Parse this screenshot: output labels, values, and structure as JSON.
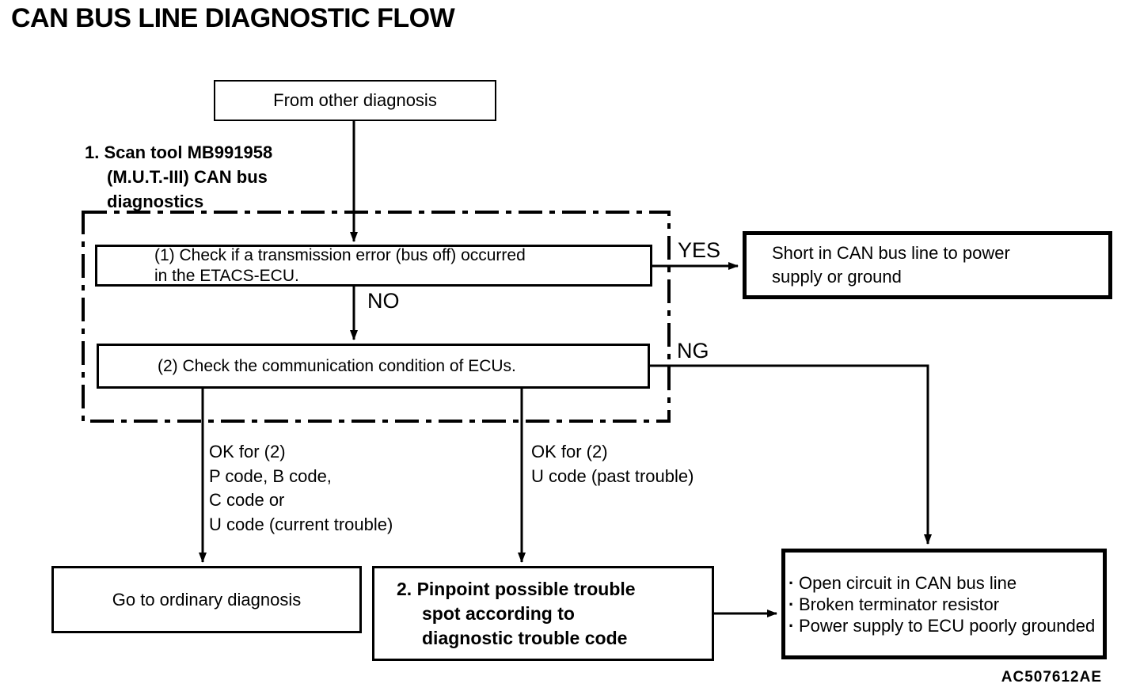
{
  "title": "CAN BUS LINE DIAGNOSTIC FLOW",
  "figure_code": "AC507612AE",
  "colors": {
    "ink": "#000000",
    "paper": "#ffffff"
  },
  "annotations": {
    "scan_tool": {
      "lines": [
        "1. Scan tool MB991958",
        "(M.U.T.-III) CAN bus",
        "diagnostics"
      ]
    },
    "ok_current": {
      "lines": [
        "OK for (2)",
        "P code, B code,",
        "C code or",
        "U code (current trouble)"
      ]
    },
    "ok_past": {
      "lines": [
        "OK for (2)",
        "U code (past trouble)"
      ]
    }
  },
  "edge_labels": {
    "yes": "YES",
    "no": "NO",
    "ng": "NG"
  },
  "nodes": {
    "start": {
      "label": "From other diagnosis"
    },
    "step1": {
      "lines": [
        "(1) Check if a transmission error (bus off) occurred",
        "in the ETACS-ECU."
      ]
    },
    "step2": {
      "label": "(2) Check the communication condition of ECUs."
    },
    "short_result": {
      "lines": [
        "Short in CAN bus line to power",
        "supply or ground"
      ]
    },
    "ordinary": {
      "label": "Go to ordinary diagnosis"
    },
    "pinpoint": {
      "lines": [
        "2. Pinpoint possible trouble",
        "spot according to",
        "diagnostic trouble code"
      ]
    },
    "open_result": {
      "bullet": "·",
      "items": [
        "Open circuit in CAN bus line",
        "Broken terminator resistor",
        "Power supply to ECU poorly grounded"
      ]
    }
  }
}
